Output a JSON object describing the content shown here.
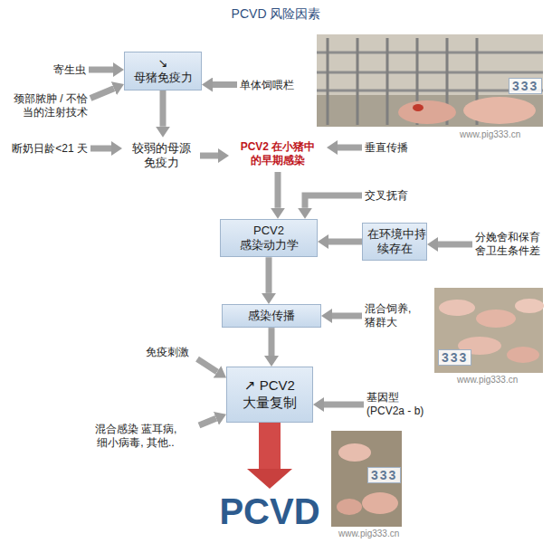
{
  "diagram": {
    "title": "PCVD 风险因素",
    "nodes": [
      {
        "text": [
          "寄生虫"
        ]
      },
      {
        "text": [
          "↘ 母猪免疫力"
        ]
      },
      {
        "text": [
          "单体饲喂栏"
        ]
      },
      {
        "text": [
          "颈部脓肿 / 不恰 当的注射技术"
        ]
      },
      {
        "text": [
          "断奶日龄<21 天"
        ]
      },
      {
        "text": [
          "较弱的母源 免疫力"
        ]
      },
      {
        "text": [
          "PCV2 在小猪中 的早期感染"
        ]
      },
      {
        "text": [
          "垂直传播"
        ]
      },
      {
        "text": [
          "交叉抚育"
        ]
      },
      {
        "text": [
          "PCV2 感染动力学"
        ]
      },
      {
        "text": [
          "在环境中持 续存在"
        ]
      },
      {
        "text": [
          "分娩舍和保育 舍卫生条件差"
        ]
      },
      {
        "text": [
          "感染传播"
        ]
      },
      {
        "text": [
          "混合饲养, 猪群大"
        ]
      },
      {
        "text": [
          "免疫刺激"
        ]
      },
      {
        "text": [
          "↗ PCV2 大量复制"
        ]
      },
      {
        "text": [
          "基因型 (PCV2a - b)"
        ]
      },
      {
        "text": [
          "混合感染 蓝耳病, 细小病毒, 其他.."
        ]
      },
      {
        "text": [
          "PCVD"
        ]
      }
    ],
    "edges": [
      {
        "from": 0,
        "to": 1,
        "arrow": "to"
      },
      {
        "from": 3,
        "to": 1,
        "arrow": "to"
      },
      {
        "from": 2,
        "to": 1,
        "arrow": "to"
      },
      {
        "from": 1,
        "to": 5,
        "arrow": "to"
      },
      {
        "from": 4,
        "to": 5,
        "arrow": "to"
      },
      {
        "from": 5,
        "to": 6,
        "arrow": "to"
      },
      {
        "from": 7,
        "to": 6,
        "arrow": "to"
      },
      {
        "from": 8,
        "to": 9,
        "arrow": "to"
      },
      {
        "from": 6,
        "to": 9,
        "arrow": "to"
      },
      {
        "from": 10,
        "to": 9,
        "arrow": "to"
      },
      {
        "from": 11,
        "to": 10,
        "arrow": "to"
      },
      {
        "from": 9,
        "to": 12,
        "arrow": "to"
      },
      {
        "from": 13,
        "to": 12,
        "arrow": "to"
      },
      {
        "from": 12,
        "to": 15,
        "arrow": "to"
      },
      {
        "from": 14,
        "to": 15,
        "arrow": "to"
      },
      {
        "from": 17,
        "to": 15,
        "arrow": "to"
      },
      {
        "from": 16,
        "to": 15,
        "arrow": "to"
      },
      {
        "from": 15,
        "to": 18,
        "arrow": "to"
      }
    ],
    "labels": [
      "www.pig333.cn",
      "333",
      "www.pig333.cn",
      "333",
      "www.pig333.cn",
      "333"
    ]
  }
}
